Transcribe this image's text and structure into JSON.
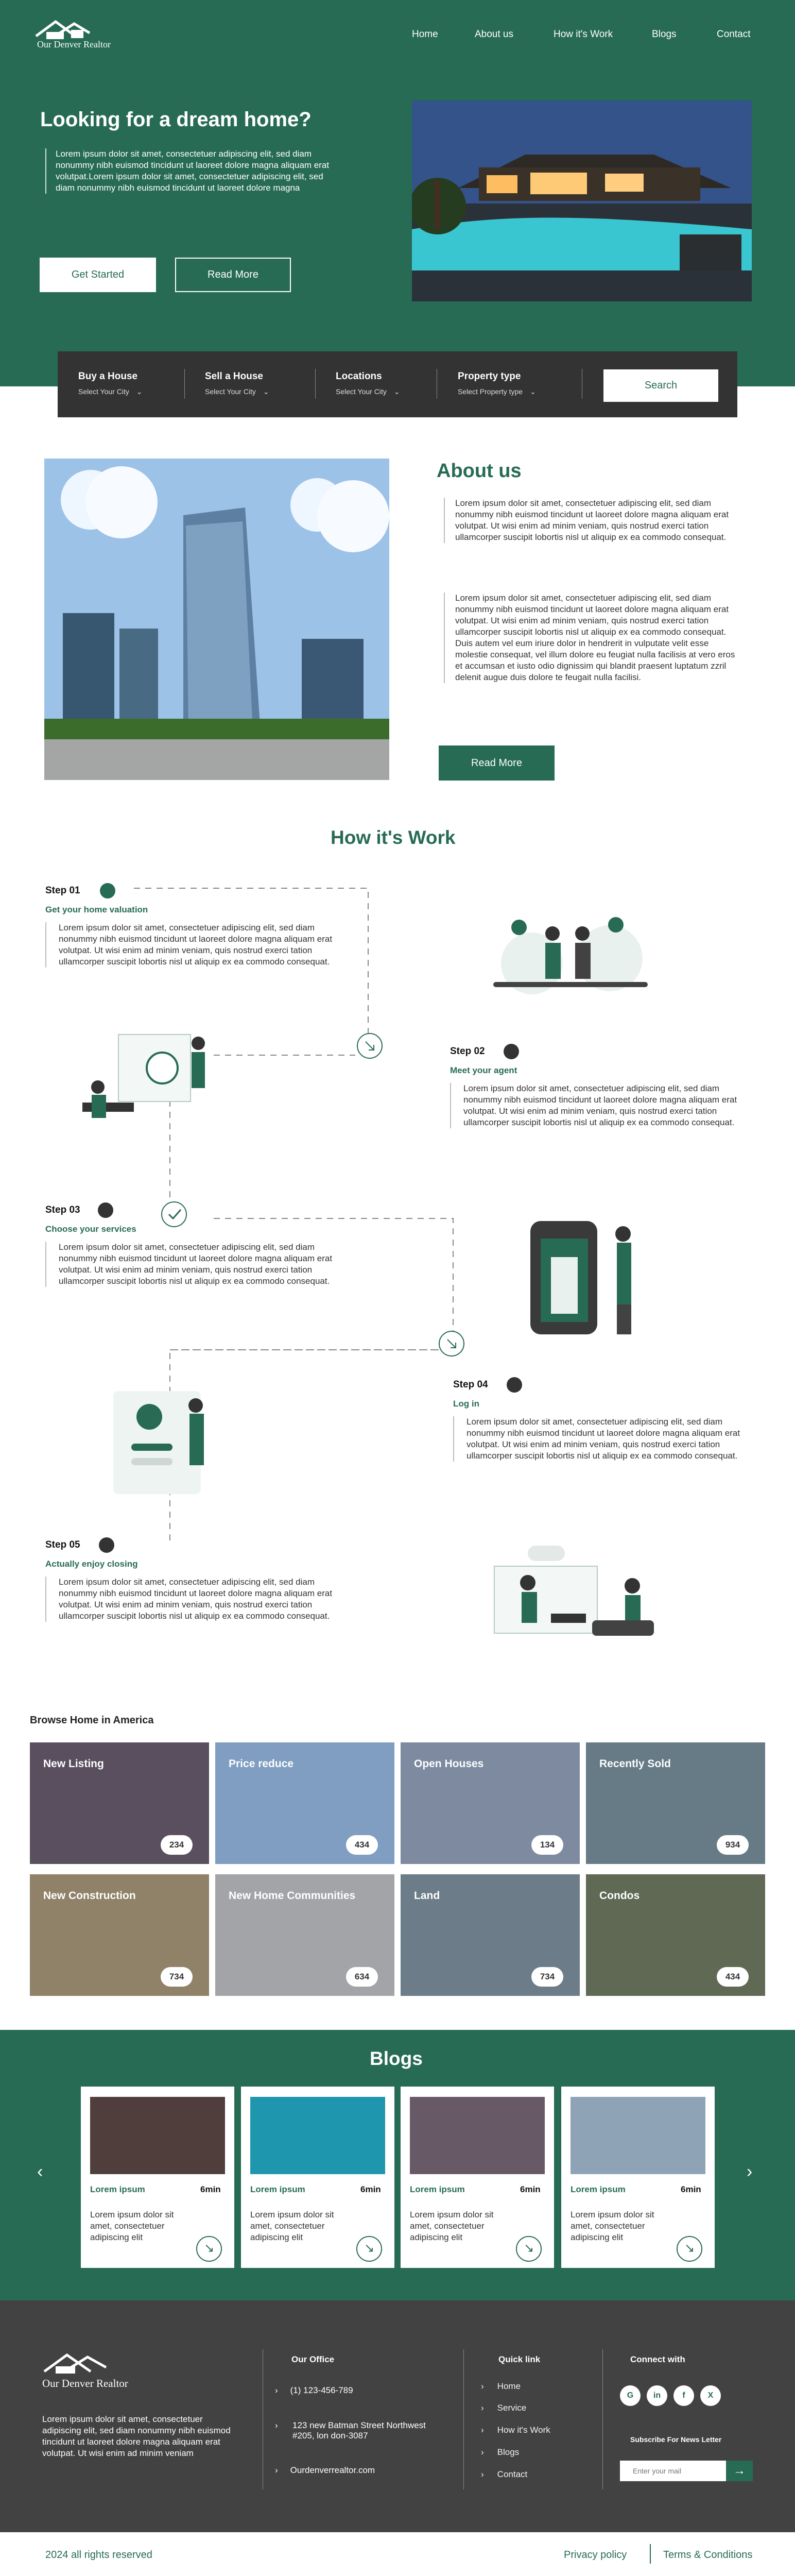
{
  "brand": {
    "name": "Our Denver Realtor"
  },
  "nav": [
    "Home",
    "About us",
    "How it's Work",
    "Blogs",
    "Contact"
  ],
  "hero": {
    "title": "Looking for a dream home?",
    "body": "Lorem ipsum dolor sit amet, consectetuer adipiscing elit, sed diam nonummy nibh euismod tincidunt ut laoreet dolore magna aliquam erat volutpat.Lorem ipsum dolor sit amet, consectetuer adipiscing elit, sed diam nonummy nibh euismod tincidunt ut laoreet dolore magna",
    "primary": "Get Started",
    "secondary": "Read More"
  },
  "search": {
    "fields": [
      {
        "label": "Buy a House",
        "value": "Select Your City"
      },
      {
        "label": "Sell a House",
        "value": "Select Your City"
      },
      {
        "label": "Locations",
        "value": "Select Your City"
      },
      {
        "label": "Property type",
        "value": "Select Property type"
      }
    ],
    "button": "Search"
  },
  "about": {
    "title": "About us",
    "p1": "Lorem ipsum dolor sit amet, consectetuer adipiscing elit, sed diam nonummy nibh euismod tincidunt ut laoreet dolore magna aliquam erat volutpat. Ut wisi enim ad minim veniam, quis nostrud exerci tation ullamcorper suscipit lobortis nisl ut aliquip ex ea commodo consequat.",
    "p2": "Lorem ipsum dolor sit amet, consectetuer adipiscing elit, sed diam nonummy nibh euismod tincidunt ut laoreet dolore magna aliquam erat volutpat. Ut wisi enim ad minim veniam, quis nostrud exerci tation ullamcorper suscipit lobortis nisl ut aliquip ex ea commodo consequat. Duis autem vel eum iriure dolor in hendrerit in vulputate velit esse molestie consequat, vel illum dolore eu feugiat nulla facilisis at vero eros et accumsan et iusto odio dignissim qui blandit praesent luptatum zzril delenit augue duis dolore te feugait nulla facilisi.",
    "button": "Read More"
  },
  "how": {
    "title": "How it's Work",
    "steps": [
      {
        "step": "Step 01",
        "title": "Get your home valuation",
        "text": "Lorem ipsum dolor sit amet, consectetuer adipiscing elit, sed diam nonummy nibh euismod tincidunt ut laoreet dolore magna aliquam erat volutpat. Ut wisi enim ad minim veniam, quis nostrud exerci tation ullamcorper suscipit lobortis nisl ut aliquip ex ea commodo consequat."
      },
      {
        "step": "Step 02",
        "title": "Meet your agent",
        "text": "Lorem ipsum dolor sit amet, consectetuer adipiscing elit, sed diam nonummy nibh euismod tincidunt ut laoreet dolore magna aliquam erat volutpat. Ut wisi enim ad minim veniam, quis nostrud exerci tation ullamcorper suscipit lobortis nisl ut aliquip ex ea commodo consequat."
      },
      {
        "step": "Step 03",
        "title": "Choose your services",
        "text": "Lorem ipsum dolor sit amet, consectetuer adipiscing elit, sed diam nonummy nibh euismod tincidunt ut laoreet dolore magna aliquam erat volutpat. Ut wisi enim ad minim veniam, quis nostrud exerci tation ullamcorper suscipit lobortis nisl ut aliquip ex ea commodo consequat."
      },
      {
        "step": "Step 04",
        "title": "Log in",
        "text": "Lorem ipsum dolor sit amet, consectetuer adipiscing elit, sed diam nonummy nibh euismod tincidunt ut laoreet dolore magna aliquam erat volutpat. Ut wisi enim ad minim veniam, quis nostrud exerci tation ullamcorper suscipit lobortis nisl ut aliquip ex ea commodo consequat."
      },
      {
        "step": "Step 05",
        "title": "Actually enjoy closing",
        "text": "Lorem ipsum dolor sit amet, consectetuer adipiscing elit, sed diam nonummy nibh euismod tincidunt ut laoreet dolore magna aliquam erat volutpat. Ut wisi enim ad minim veniam, quis nostrud exerci tation ullamcorper suscipit lobortis nisl ut aliquip ex ea commodo consequat."
      }
    ]
  },
  "browse": {
    "title": "Browse Home in America",
    "cards": [
      {
        "label": "New Listing",
        "count": "234"
      },
      {
        "label": "Price reduce",
        "count": "434"
      },
      {
        "label": "Open Houses",
        "count": "134"
      },
      {
        "label": "Recently Sold",
        "count": "934"
      },
      {
        "label": "New Construction",
        "count": "734"
      },
      {
        "label": "New Home Communities",
        "count": "634"
      },
      {
        "label": "Land",
        "count": "734"
      },
      {
        "label": "Condos",
        "count": "434"
      }
    ]
  },
  "blogs": {
    "title": "Blogs",
    "cards": [
      {
        "title": "Lorem ipsum",
        "time": "6min",
        "text": "Lorem ipsum dolor sit amet, consectetuer adipiscing elit"
      },
      {
        "title": "Lorem ipsum",
        "time": "6min",
        "text": "Lorem ipsum dolor sit amet, consectetuer adipiscing elit"
      },
      {
        "title": "Lorem ipsum",
        "time": "6min",
        "text": "Lorem ipsum dolor sit amet, consectetuer adipiscing elit"
      },
      {
        "title": "Lorem ipsum",
        "time": "6min",
        "text": "Lorem ipsum dolor sit amet, consectetuer adipiscing elit"
      }
    ]
  },
  "footer": {
    "about": "Lorem ipsum dolor sit amet, consectetuer adipiscing elit, sed diam nonummy nibh euismod tincidunt ut laoreet dolore magna aliquam erat volutpat. Ut wisi enim ad minim veniam",
    "office_title": "Our Office",
    "phone": "(1) 123-456-789",
    "address": "123 new Batman Street Northwest #205, lon don-3087",
    "site": "Ourdenverrealtor.com",
    "quick_title": "Quick link",
    "quick": [
      "Home",
      "Service",
      "How it's Work",
      "Blogs",
      "Contact"
    ],
    "connect_title": "Connect with",
    "news_title": "Subscribe For News Letter",
    "email_placeholder": "Enter your mail",
    "copyright": "2024 all rights reserved",
    "privacy": "Privacy policy",
    "terms": "Terms & Conditions"
  },
  "colors": {
    "primary": "#276b55",
    "dark": "#333333",
    "footer": "#424242"
  }
}
